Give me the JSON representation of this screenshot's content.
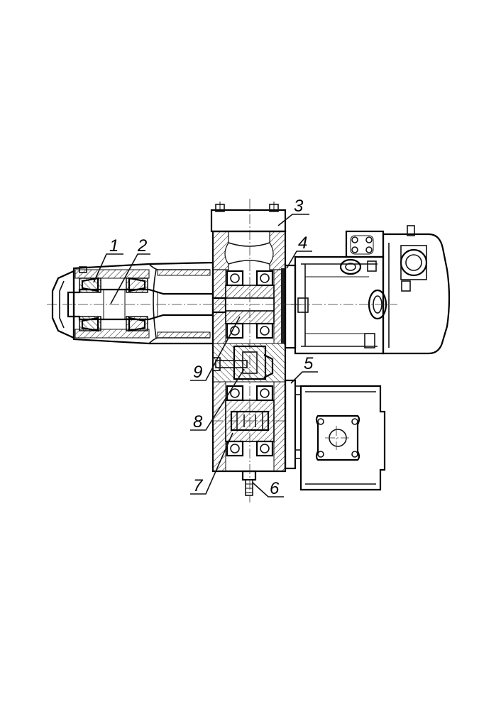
{
  "drawing": {
    "callouts": [
      {
        "id": "callout-1",
        "label": "1"
      },
      {
        "id": "callout-2",
        "label": "2"
      },
      {
        "id": "callout-3",
        "label": "3"
      },
      {
        "id": "callout-4",
        "label": "4"
      },
      {
        "id": "callout-5",
        "label": "5"
      },
      {
        "id": "callout-6",
        "label": "6"
      },
      {
        "id": "callout-7",
        "label": "7"
      },
      {
        "id": "callout-8",
        "label": "8"
      },
      {
        "id": "callout-9",
        "label": "9"
      }
    ]
  }
}
